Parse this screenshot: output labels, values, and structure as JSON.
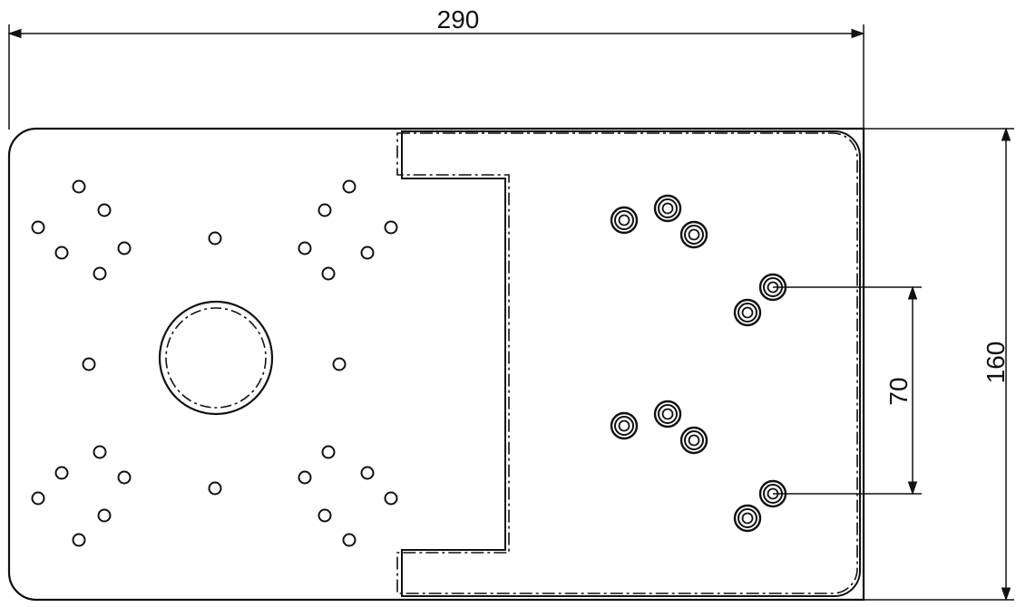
{
  "dimensions": {
    "width_label": "290",
    "height_label": "160",
    "spacing_label": "70"
  },
  "colors": {
    "line": "#111111",
    "background": "#ffffff"
  }
}
